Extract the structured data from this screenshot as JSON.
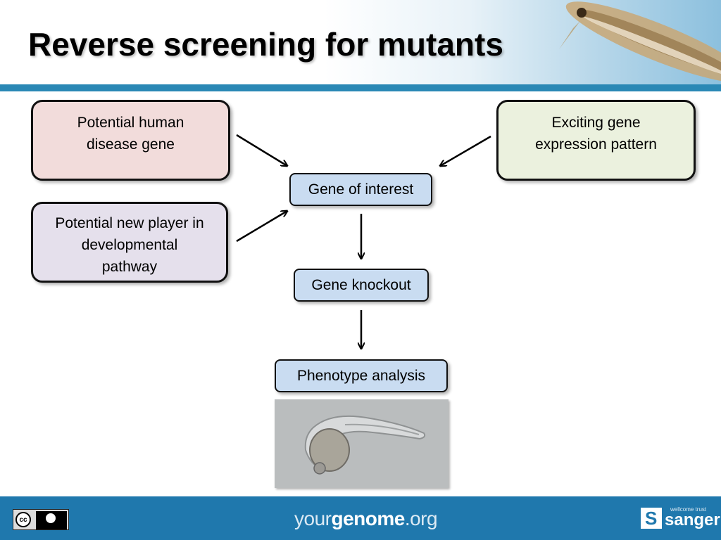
{
  "slide": {
    "title": "Reverse screening for mutants"
  },
  "nodes": {
    "human_disease": {
      "label": "Potential human\ndisease gene",
      "color": "#f2dcdb"
    },
    "new_player": {
      "label": "Potential new player in\ndevelopmental\npathway",
      "color": "#e5e0ec"
    },
    "expression": {
      "label": "Exciting gene\nexpression pattern",
      "color": "#ebf1de"
    },
    "gene_of_interest": {
      "label": "Gene of interest"
    },
    "gene_knockout": {
      "label": "Gene knockout"
    },
    "phenotype": {
      "label": "Phenotype analysis"
    }
  },
  "edges": [
    {
      "from": "human_disease",
      "to": "gene_of_interest"
    },
    {
      "from": "new_player",
      "to": "gene_of_interest"
    },
    {
      "from": "expression",
      "to": "gene_of_interest"
    },
    {
      "from": "gene_of_interest",
      "to": "gene_knockout"
    },
    {
      "from": "gene_knockout",
      "to": "phenotype"
    }
  ],
  "footer": {
    "site_prefix": "your",
    "site_bold": "genome",
    "site_suffix": ".org",
    "license": "cc BY",
    "partner_small": "wellcome trust",
    "partner": "sanger"
  },
  "icons": [
    "cc-by-icon",
    "sanger-logo-icon",
    "zebrafish-image",
    "embryo-image"
  ],
  "colors": {
    "header_bar": "#2a88b5",
    "footer": "#1f78ad",
    "node_box": "#c9dcf1"
  }
}
